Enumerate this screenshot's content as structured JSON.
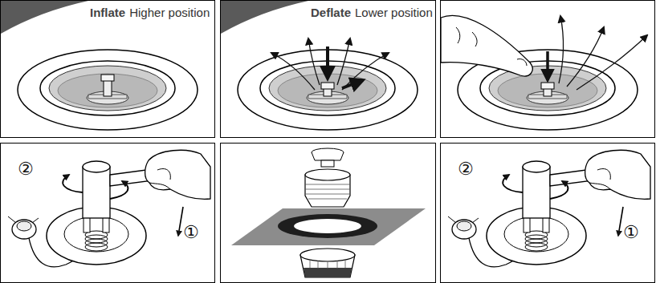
{
  "diagram": {
    "labels": [
      "Inflate",
      "Higher position",
      "Deflate",
      "Lower position",
      "②",
      "①",
      "②",
      "①"
    ]
  }
}
